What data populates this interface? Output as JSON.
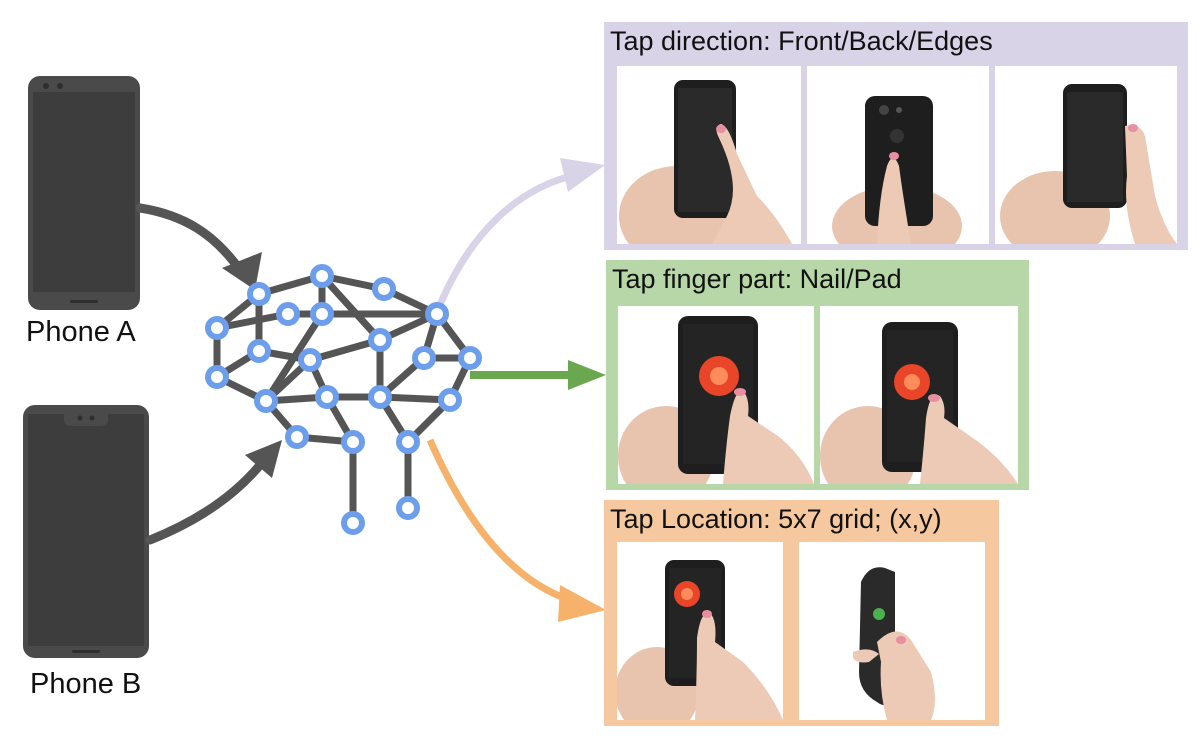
{
  "devices": {
    "phone_a": "Phone A",
    "phone_b": "Phone B"
  },
  "panels": {
    "direction": {
      "title": "Tap direction: Front/Back/Edges",
      "color": "#d9d3e8"
    },
    "finger_part": {
      "title": "Tap finger part: Nail/Pad",
      "color": "#b7d7a8"
    },
    "location": {
      "title": "Tap Location: 5x7 grid; (x,y)",
      "color": "#f6c89f"
    }
  },
  "colors": {
    "phone_body": "#4a4a4a",
    "network_edge": "#555555",
    "network_node": "#6d9eeb",
    "arrow_in": "#555555",
    "arrow_direction": "#d9d3e8",
    "arrow_finger": "#6aa84f",
    "arrow_location": "#f6b26b"
  }
}
